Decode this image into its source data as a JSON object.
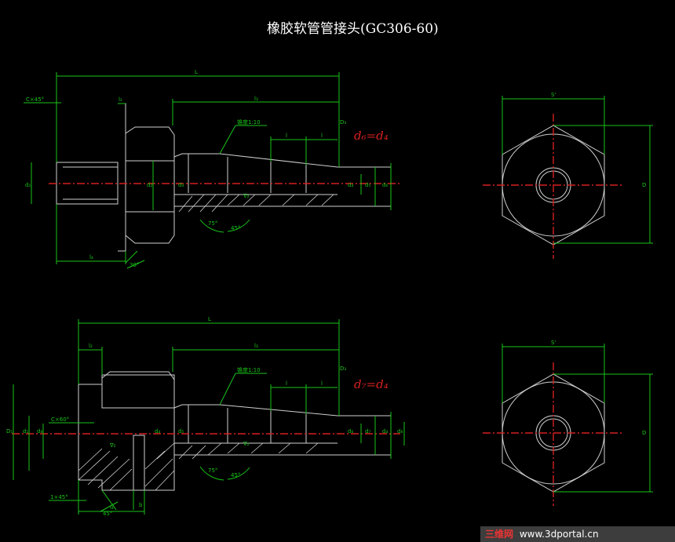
{
  "title": "橡胶软管管接头(GC306-60)",
  "watermark": {
    "cn": "三维网",
    "url": "www.3dportal.cn"
  },
  "colors": {
    "dimension": "#19c519",
    "outline": "#cfcfcf",
    "centerline": "#d42020",
    "background": "#000000"
  },
  "top_view": {
    "equation": "d₆=d₄",
    "labels": {
      "L": "L",
      "l2": "l₂",
      "l3": "l₃",
      "l4": "l₄",
      "l": "l",
      "l_b": "l",
      "chamfer": "C×45°",
      "taper": "锥度1:10",
      "angle75": "75°",
      "angle45": "45°",
      "angle30": "30°",
      "d1": "d₁",
      "d2": "d₂",
      "d3": "d₃",
      "d4": "d₄",
      "d5": "d₅",
      "d6": "d₆",
      "D3": "D₃",
      "nabla": "∇₂"
    }
  },
  "bottom_view": {
    "equation": "d₇=d₄",
    "labels": {
      "L": "L",
      "l2": "l₂",
      "l3": "l₃",
      "l4": "l₄",
      "l": "l",
      "l_b": "l",
      "chamfer": "C×60°",
      "chamfer2": "1×45°",
      "taper": "锥度1:10",
      "angle75": "75°",
      "angle45": "45°",
      "angle45b": "45°",
      "D1": "D₁",
      "d1": "d₁",
      "d4": "d₄",
      "d5": "d₅",
      "d6": "d₆",
      "d7": "d₇",
      "d8": "d₈",
      "D3": "D₃",
      "b": "b",
      "nabla": "∇₂"
    }
  },
  "side_views": {
    "S": "S'",
    "D": "D"
  }
}
